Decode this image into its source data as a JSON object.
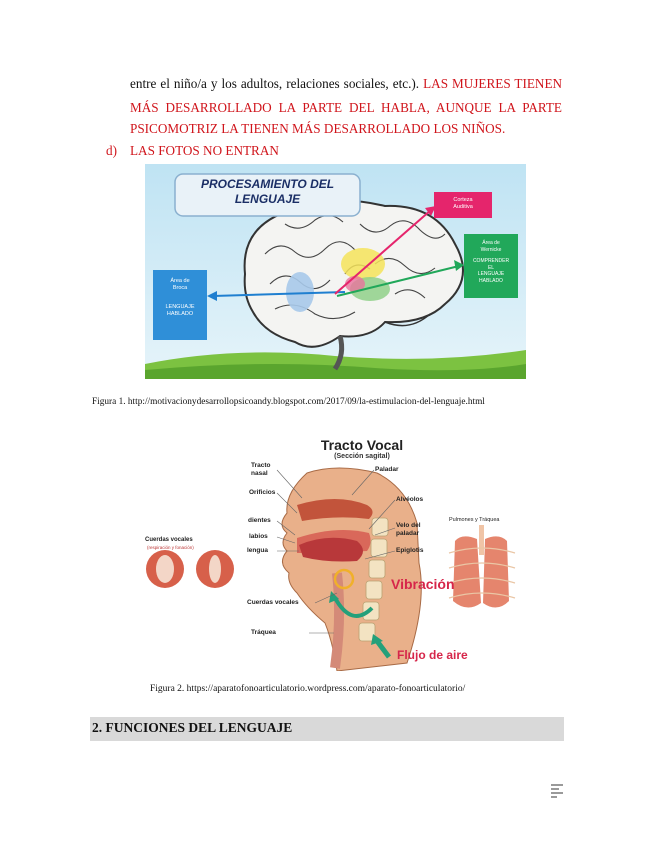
{
  "paragraph": {
    "line1_black": "entre el niño/a y los adultos, relaciones sociales, etc.).",
    "line1_red": "LAS MUJERES TIENEN",
    "line2_red": "MÁS DESARROLLADO LA PARTE DEL HABLA, AUNQUE LA PARTE",
    "line3_red": "PSICOMOTRIZ LA TIENEN MÁS DESARROLLADO LOS NIÑOS."
  },
  "list_item": {
    "marker": "d)",
    "text": "LAS FOTOS NO ENTRAN"
  },
  "figure1": {
    "title_line1": "PROCESAMIENTO DEL",
    "title_line2": "LENGUAJE",
    "box_left_line1": "Área de",
    "box_left_line2": "Broca",
    "box_left_line3": "LENGUAJE",
    "box_left_line4": "HABLADO",
    "box_pink_line1": "Corteza",
    "box_pink_line2": "Auditiva",
    "box_green_line1": "Área de",
    "box_green_line2": "Wernicke",
    "box_green_line3": "COMPRENDER",
    "box_green_line4": "EL",
    "box_green_line5": "LENGUAJE",
    "box_green_line6": "HABLADO",
    "caption": "Figura 1. http://motivacionydesarrollopsicoandy.blogspot.com/2017/09/la-estimulacion-del-lenguaje.html"
  },
  "figure2": {
    "title": "Tracto Vocal",
    "subtitle": "(Sección sagital)",
    "labels": {
      "tracto_nasal_1": "Tracto",
      "tracto_nasal_2": "nasal",
      "orificios": "Orificios",
      "dientes": "dientes",
      "labios": "labios",
      "lengua": "lengua",
      "cuerdas_vocales": "Cuerdas vocales",
      "traquea": "Tráquea",
      "paladar": "Paladar",
      "alveolos": "Alvéolos",
      "velo_1": "Velo del",
      "velo_2": "paladar",
      "epiglotis": "Epiglotis",
      "vibracion": "Vibración",
      "flujo": "Flujo de aire",
      "pulmones": "Pulmones y Tráquea",
      "cuerdas_small_1": "Cuerdas vocales",
      "cuerdas_small_2": "(respiración y fonación)"
    },
    "caption": "Figura 2. https://aparatofonoarticulatorio.wordpress.com/aparato-fonoarticulatorio/"
  },
  "section": {
    "title": "2. FUNCIONES DEL LENGUAJE"
  }
}
